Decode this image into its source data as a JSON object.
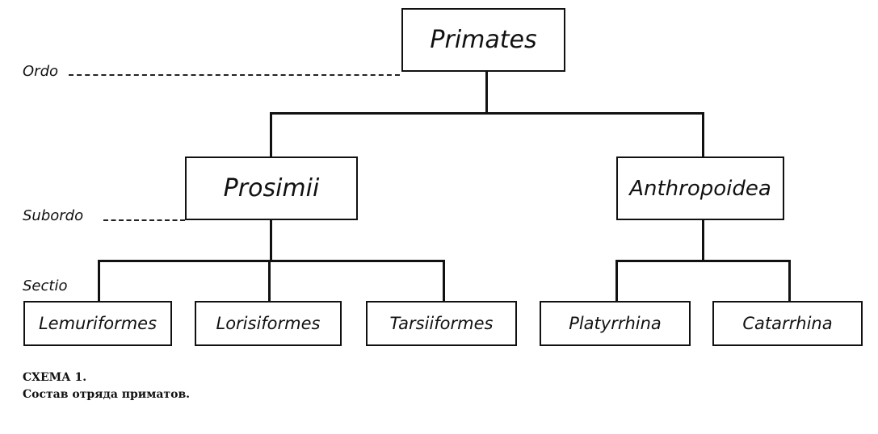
{
  "nodes": {
    "root": "Primates",
    "suborders": [
      "Prosimii",
      "Anthropoidea"
    ],
    "sections": [
      "Lemuriformes",
      "Lorisiformes",
      "Tarsiiformes",
      "Platyrrhina",
      "Catarrhina"
    ]
  },
  "ranks": {
    "ordo": "Ordo",
    "subordo": "Subordo",
    "sectio": "Sectio"
  },
  "caption": {
    "title": "СХЕМА 1.",
    "subtitle": "Состав отряда приматов."
  }
}
